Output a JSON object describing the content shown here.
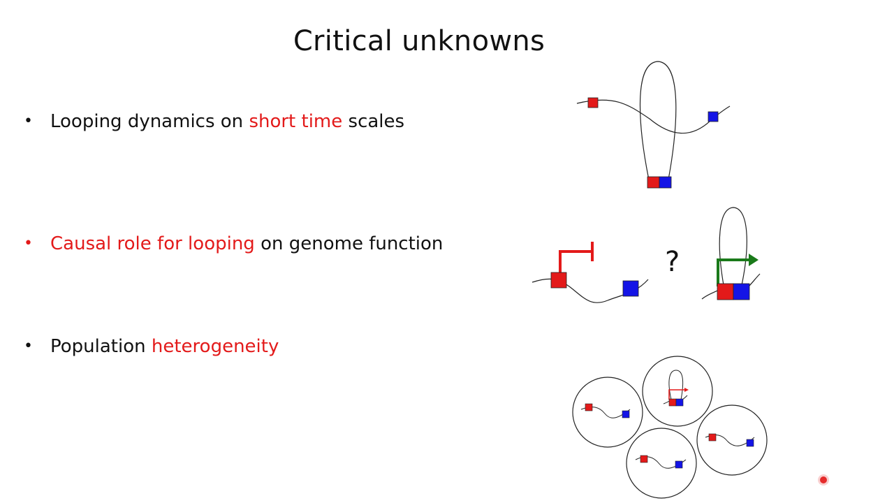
{
  "title": "Critical unknowns",
  "bullets": [
    {
      "pre": "Looping dynamics on ",
      "highlight": "short time",
      "post": " scales"
    },
    {
      "highlight": "Causal role for looping",
      "post": " on genome function"
    },
    {
      "pre": "Population ",
      "highlight": "heterogeneity"
    }
  ],
  "diagram": {
    "question_mark": "?"
  },
  "colors": {
    "red": "#e31a1a",
    "blue": "#1414e6",
    "green": "#1a7a1a",
    "text": "#111111"
  }
}
